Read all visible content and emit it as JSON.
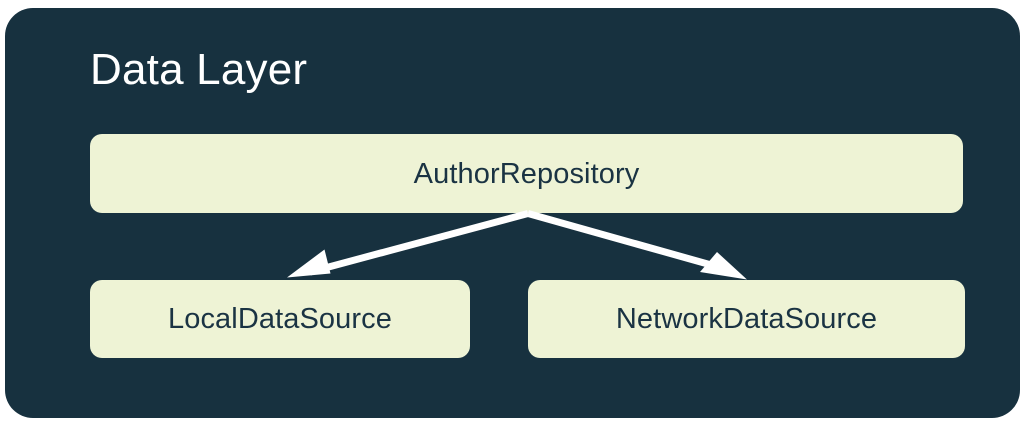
{
  "diagram": {
    "title": "Data Layer",
    "panel_color": "#17313f",
    "node_color": "#eef3d5",
    "node_text_color": "#1a3343",
    "title_color": "#ffffff",
    "arrow_color": "#ffffff",
    "canvas_background": "#ffffff",
    "nodes": [
      {
        "id": "author-repository",
        "label": "AuthorRepository"
      },
      {
        "id": "local-data-source",
        "label": "LocalDataSource"
      },
      {
        "id": "network-data-source",
        "label": "NetworkDataSource"
      }
    ],
    "edges": [
      {
        "from": "AuthorRepository",
        "to": "LocalDataSource",
        "style": "solid-arrow"
      },
      {
        "from": "AuthorRepository",
        "to": "NetworkDataSource",
        "style": "solid-arrow"
      }
    ]
  }
}
